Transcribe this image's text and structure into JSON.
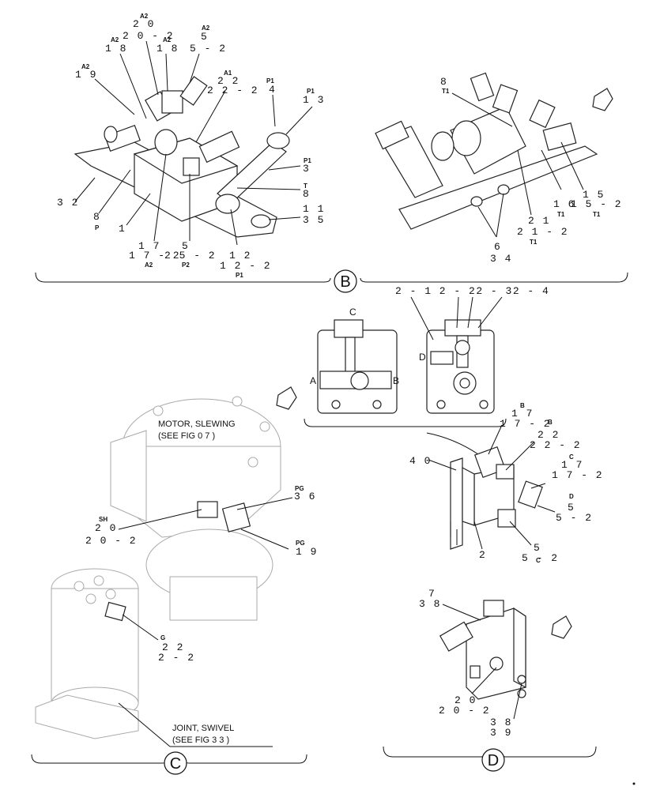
{
  "section_b_left": {
    "labels": [
      {
        "id": "a2_19",
        "tag": "A2",
        "num": "1 9"
      },
      {
        "id": "a2_18",
        "tag": "A2",
        "num": "1 8"
      },
      {
        "id": "a2_20",
        "tag": "A2",
        "num": "2 0",
        "num2": "2 0 - 2"
      },
      {
        "id": "a2_18b",
        "tag": "A2",
        "num": "1 8"
      },
      {
        "id": "a2_5",
        "tag": "A2",
        "num": "5",
        "num2": "5 - 2"
      },
      {
        "id": "a1_22",
        "tag": "A1",
        "num": "2 2",
        "num2": "2 2 - 2"
      },
      {
        "id": "p1_4",
        "tag": "P1",
        "num": "4"
      },
      {
        "id": "p1_13",
        "tag": "P1",
        "num": "1 3"
      },
      {
        "id": "p1_3",
        "tag": "P1",
        "num": "3"
      },
      {
        "id": "t_8",
        "tag": "T",
        "num": "8"
      },
      {
        "id": "n_32",
        "num": "3 2"
      },
      {
        "id": "n_8p",
        "num": "8",
        "tag": "P"
      },
      {
        "id": "n_1",
        "num": "1"
      },
      {
        "id": "n_17",
        "num": "1 7",
        "num2": "1 7 - 2",
        "tag": "A2"
      },
      {
        "id": "n_5",
        "num": "5",
        "num2": "2 5 - 2",
        "tag": "P2"
      },
      {
        "id": "n_12",
        "num": "1 2",
        "num2": "1 2 - 2",
        "tag": "P1"
      },
      {
        "id": "n_11",
        "num": "1 1",
        "num2": "3 5"
      }
    ]
  },
  "section_b_right": {
    "labels": [
      {
        "id": "r_8",
        "num": "8",
        "tag": "T1"
      },
      {
        "id": "r_15",
        "num": "1 5",
        "num2": "1 5 - 2",
        "tag": "T1"
      },
      {
        "id": "r_16",
        "num": "1 6",
        "tag": "T1"
      },
      {
        "id": "r_21",
        "num": "2 1",
        "num2": "2 1 - 2",
        "tag": "T1"
      },
      {
        "id": "r_6",
        "num": "6",
        "num2": "3 4"
      }
    ]
  },
  "circle_b": "B",
  "circle_c": "C",
  "circle_d": "D",
  "detail_top": {
    "label": "2 - 1  2 - 22 - 32 - 4",
    "port_c": "C",
    "port_a": "A",
    "port_b": "B",
    "port_d": "D"
  },
  "section_c": {
    "motor_caption": "MOTOR, SLEWING",
    "motor_ref": "(SEE FIG 0 7 )",
    "joint_caption": "JOINT, SWIVEL",
    "joint_ref": "(SEE FIG 3 3 )",
    "labels": [
      {
        "id": "pg_36",
        "tag": "PG",
        "num": "3 6"
      },
      {
        "id": "sh_20",
        "tag": "SH",
        "num": "2 0",
        "num2": "2 0 - 2"
      },
      {
        "id": "pg_19",
        "tag": "PG",
        "num": "1 9"
      },
      {
        "id": "g_22",
        "tag": "G",
        "num": "2 2",
        "num2": "2 - 2"
      }
    ]
  },
  "section_d_top": {
    "labels": [
      {
        "id": "d_40",
        "num": "4 0"
      },
      {
        "id": "d_b17",
        "tag": "B",
        "num": "1 7",
        "num2": "1 7 - 2",
        "tag2": "B"
      },
      {
        "id": "d_22",
        "num": "2 2",
        "num2": "2 2 - 2"
      },
      {
        "id": "d_c17",
        "tag": "C",
        "num": "1 7",
        "num2": "1 7 - 2"
      },
      {
        "id": "d_d5",
        "tag": "D",
        "num": "5",
        "num2": "5 - 2"
      },
      {
        "id": "d_2",
        "num": "2"
      },
      {
        "id": "d_5c",
        "num": "5",
        "num2": "5 - 2",
        "tag": "C"
      }
    ]
  },
  "section_d_bottom": {
    "labels": [
      {
        "id": "d_7",
        "num": "7",
        "num2": "3 8"
      },
      {
        "id": "d_20",
        "num": "2 0",
        "num2": "2 0 - 2"
      },
      {
        "id": "d_38",
        "num": "3 8",
        "num2": "3 9"
      }
    ]
  }
}
